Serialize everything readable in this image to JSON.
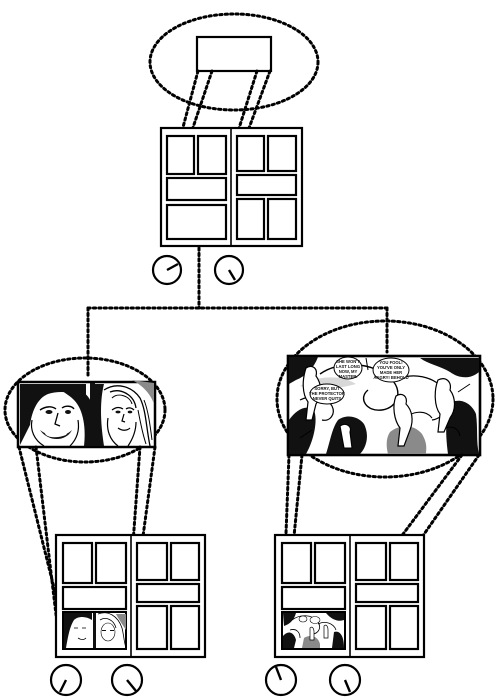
{
  "speech_bubbles": {
    "bubble_1": [
      "SHE WON'T",
      "LAST LONG",
      "NOW, MY",
      "MASTER."
    ],
    "bubble_2": [
      "YOU FOOL!",
      "YOU'VE ONLY",
      "MADE HER",
      "ANGRY! BEHOLD"
    ],
    "bubble_3": [
      "SORRY, BUT",
      "THE PROTECTOR",
      "NEVER QUITS"
    ]
  },
  "colors": {
    "ink": "#000000",
    "paper": "#ffffff"
  },
  "icons": [
    "clock-icon",
    "clock-icon",
    "clock-icon",
    "clock-icon",
    "clock-icon",
    "clock-icon"
  ],
  "clock_hand_angles_deg": [
    60,
    150,
    200,
    140,
    155,
    160
  ]
}
